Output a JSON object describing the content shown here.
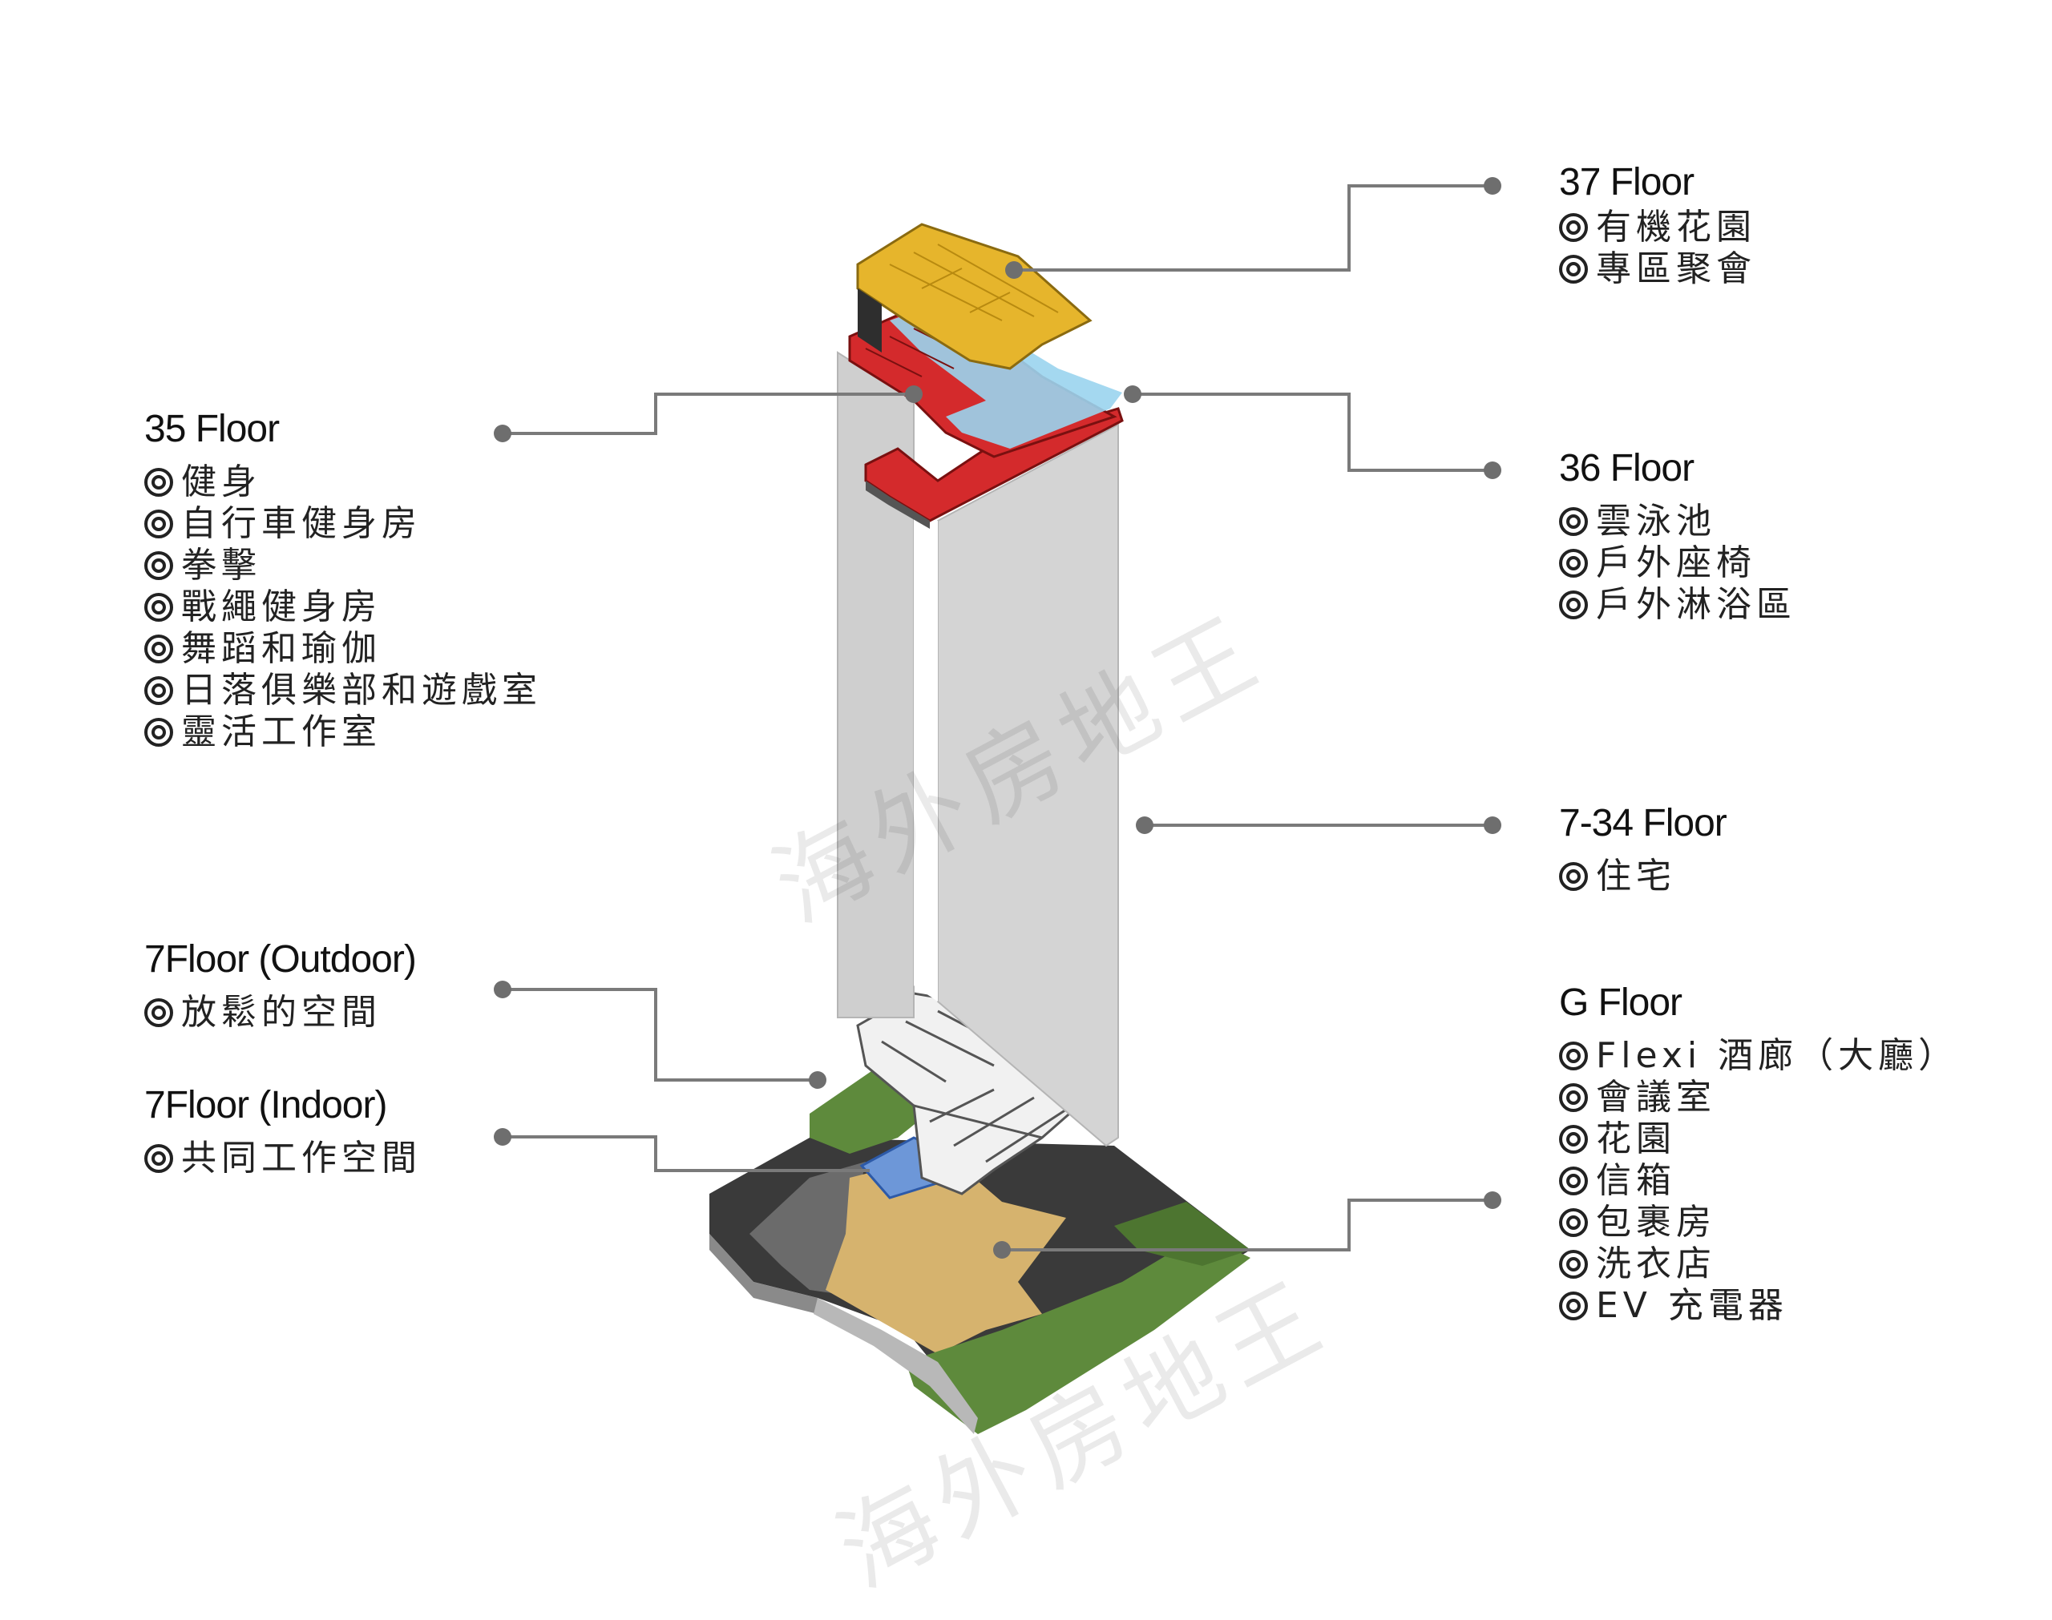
{
  "floors": {
    "f37": {
      "title": "37 Floor",
      "items": [
        "有機花園",
        "專區聚會"
      ]
    },
    "f36": {
      "title": "36 Floor",
      "items": [
        "雲泳池",
        "戶外座椅",
        "戶外淋浴區"
      ]
    },
    "f35": {
      "title": "35 Floor",
      "items": [
        "健身",
        "自行車健身房",
        "拳擊",
        "戰繩健身房",
        "舞蹈和瑜伽",
        "日落俱樂部和遊戲室",
        "靈活工作室"
      ]
    },
    "f734": {
      "title": "7-34 Floor",
      "items": [
        "住宅"
      ]
    },
    "f7out": {
      "title": "7Floor (Outdoor)",
      "items": [
        "放鬆的空間"
      ]
    },
    "f7in": {
      "title": "7Floor (Indoor)",
      "items": [
        "共同工作空間"
      ]
    },
    "fg": {
      "title": "G Floor",
      "items": [
        "Flexi 酒廊（大廳）",
        "會議室",
        "花園",
        "信箱",
        "包裹房",
        "洗衣店",
        "EV 充電器"
      ]
    }
  },
  "watermark": {
    "text_1": "海外房地王",
    "text_2": "海外房地王"
  },
  "colors": {
    "amenity_yellow": "#e6b52c",
    "fitness_red": "#d42a2c",
    "pool_blue": "#9ad4ee",
    "tower_gray": "#c9c9c9",
    "garden_green": "#5e8a3c",
    "lobby_tan": "#d6b36e",
    "leader_line": "#7a7a7a"
  }
}
